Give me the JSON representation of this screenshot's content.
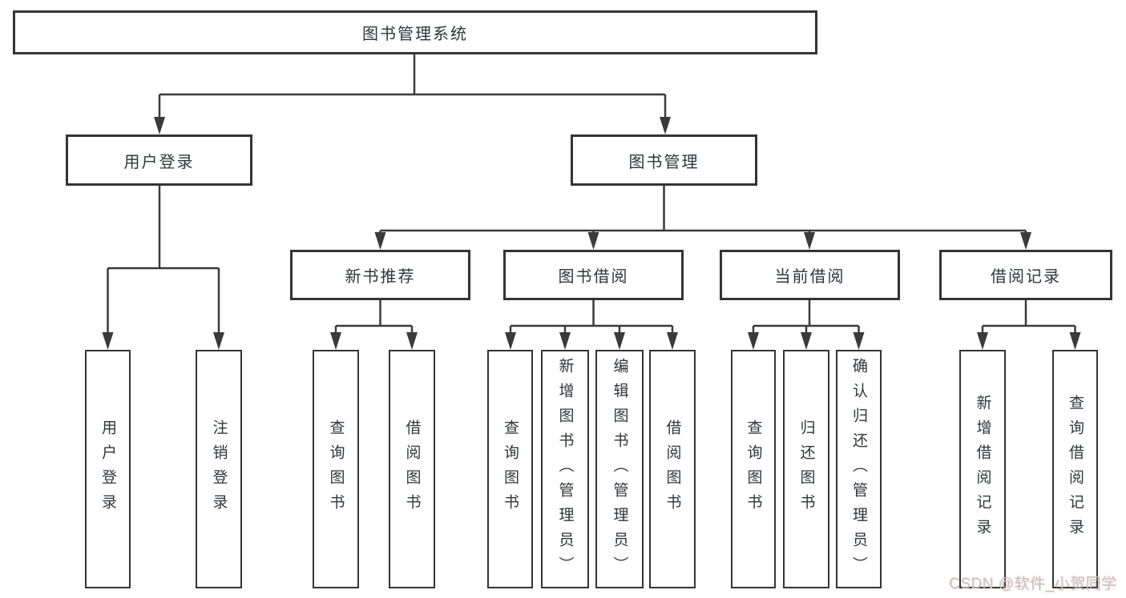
{
  "diagram_title": "图书管理系统",
  "colors": {
    "background": "#ffffff",
    "line": "#3a3a3a",
    "box_border": "#343434",
    "text": "#31353b",
    "watermark": "#c6c4c4"
  },
  "watermark": {
    "text": "CSDN @软件_小贺同学"
  },
  "nodes": {
    "root": {
      "label": "图书管理系统",
      "level": 1
    },
    "user-login": {
      "label": "用户登录",
      "level": 2
    },
    "book-mgmt": {
      "label": "图书管理",
      "level": 2
    },
    "new-book-rec": {
      "label": "新书推荐",
      "level": 3
    },
    "book-borrow": {
      "label": "图书借阅",
      "level": 3
    },
    "current-borrow": {
      "label": "当前借阅",
      "level": 3
    },
    "borrow-records": {
      "label": "借阅记录",
      "level": 3
    },
    "v-user-login": {
      "label": "用户登录",
      "level": 4
    },
    "v-logout": {
      "label": "注销登录",
      "level": 4
    },
    "v-query-book-newrec": {
      "label": "查询图书",
      "level": 4
    },
    "v-borrow-book-newrec": {
      "label": "借阅图书",
      "level": 4
    },
    "v-query-book-borrow": {
      "label": "查询图书",
      "level": 4
    },
    "v-add-book": {
      "label": "新增图书（管理员）",
      "level": 4
    },
    "v-edit-book": {
      "label": "编辑图书（管理员）",
      "level": 4
    },
    "v-borrow-book-borrow": {
      "label": "借阅图书",
      "level": 4
    },
    "v-query-book-current": {
      "label": "查询图书",
      "level": 4
    },
    "v-return-book": {
      "label": "归还图书",
      "level": 4
    },
    "v-confirm-return": {
      "label": "确认归还（管理员）",
      "level": 4
    },
    "v-add-borrow-record": {
      "label": "新增借阅记录",
      "level": 4
    },
    "v-query-borrow-record": {
      "label": "查询借阅记录",
      "level": 4
    }
  }
}
